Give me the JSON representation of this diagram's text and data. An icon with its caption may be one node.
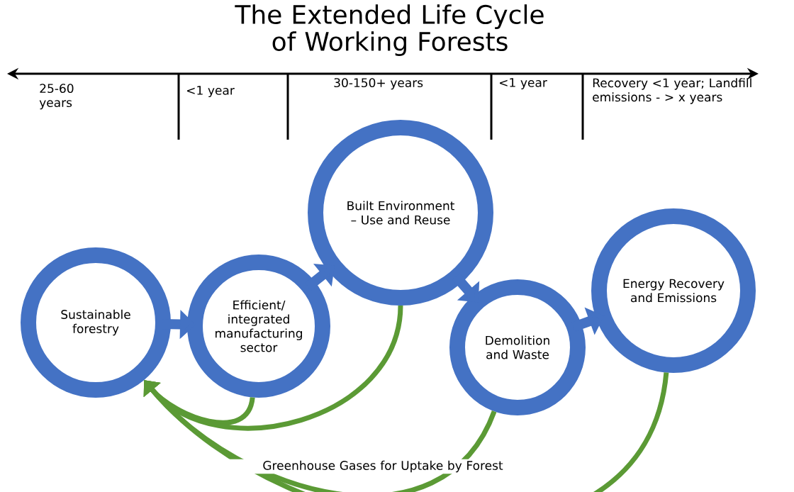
{
  "diagram": {
    "title": "The Extended Life Cycle of Working Forests",
    "nodes": [
      {
        "text": [
          "Sustainable forestry"
        ]
      },
      {
        "text": [
          "Efficient/ integrated manufacturing sector"
        ]
      },
      {
        "text": [
          "Built Environment – Use and Reuse"
        ]
      },
      {
        "text": [
          "Demolition and Waste"
        ]
      },
      {
        "text": [
          "Energy Recovery and Emissions"
        ]
      }
    ],
    "edges": [
      {
        "from": 0,
        "to": 1,
        "arrow": "to",
        "style": "thick"
      },
      {
        "from": 1,
        "to": 2,
        "arrow": "to",
        "style": "thick"
      },
      {
        "from": 2,
        "to": 3,
        "arrow": "to",
        "style": "thick"
      },
      {
        "from": 3,
        "to": 4,
        "arrow": "to",
        "style": "thick"
      },
      {
        "from": 1,
        "to": 0,
        "arrow": "to",
        "color": "#5b9a35"
      },
      {
        "from": 2,
        "to": 0,
        "arrow": "to",
        "color": "#5b9a35"
      },
      {
        "from": 3,
        "to": 0,
        "arrow": "to",
        "color": "#5b9a35"
      },
      {
        "from": 4,
        "to": 0,
        "arrow": "to",
        "color": "#5b9a35"
      }
    ],
    "labels": [
      "25-60 years",
      "<1 year",
      "30-150+ years",
      "<1 year",
      "Recovery <1 year; Landfill emissions - > x years",
      "Greenhouse Gases for Uptake by Forest"
    ]
  }
}
